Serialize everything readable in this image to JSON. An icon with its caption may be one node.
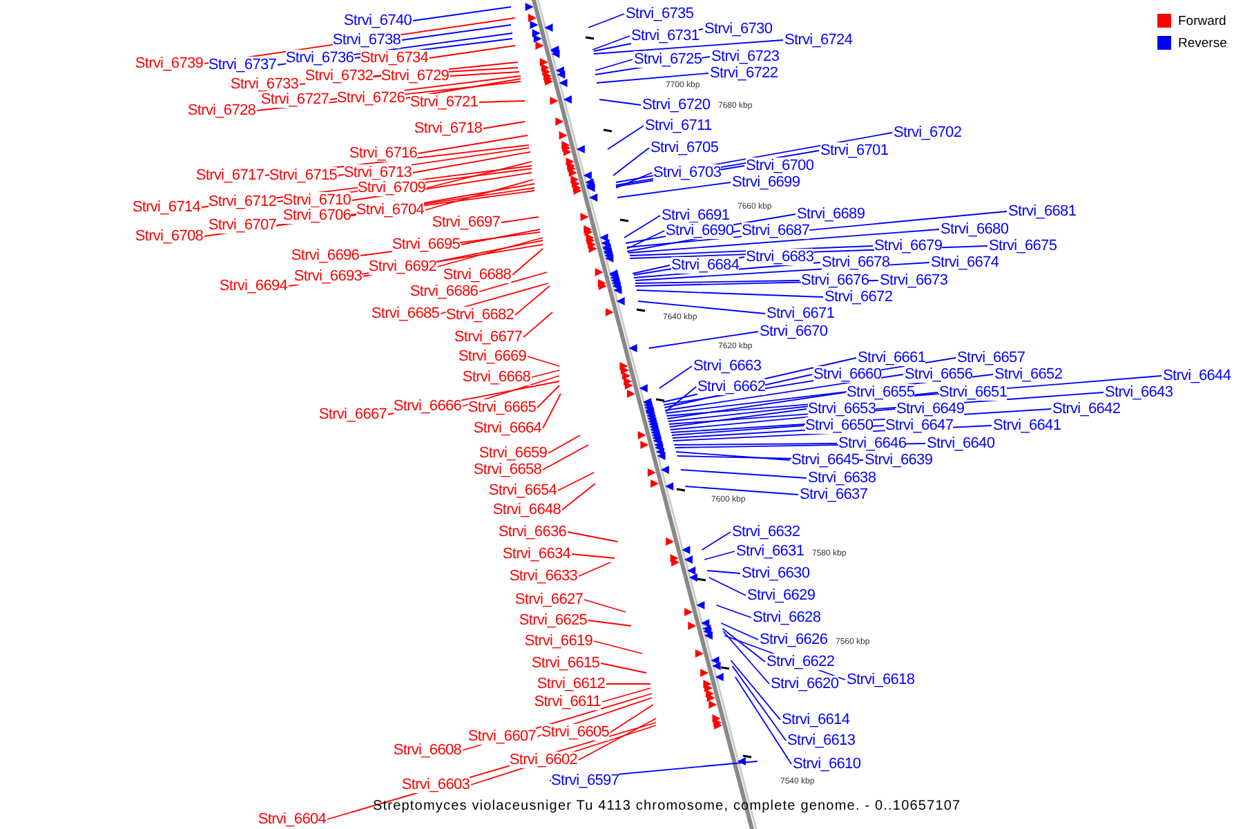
{
  "diagram": {
    "caption": "Streptomyces violaceusniger Tu 4113 chromosome, complete genome. - 0..10657107",
    "nodes": [
      {
        "text": [
          "Strvi_6740"
        ]
      },
      {
        "text": [
          "Strvi_6735"
        ]
      },
      {
        "text": [
          "Strvi_6738"
        ]
      },
      {
        "text": [
          "Strvi_6731"
        ]
      },
      {
        "text": [
          "Strvi_6730"
        ]
      },
      {
        "text": [
          "Strvi_6724"
        ]
      },
      {
        "text": [
          "Strvi_6737"
        ]
      },
      {
        "text": [
          "Strvi_6736"
        ]
      },
      {
        "text": [
          "Strvi_6734"
        ]
      },
      {
        "text": [
          "Strvi_6739"
        ]
      },
      {
        "text": [
          "Strvi_6725"
        ]
      },
      {
        "text": [
          "Strvi_6723"
        ]
      },
      {
        "text": [
          "Strvi_6722"
        ]
      },
      {
        "text": [
          "Strvi_6733"
        ]
      },
      {
        "text": [
          "Strvi_6732"
        ]
      },
      {
        "text": [
          "Strvi_6729"
        ]
      },
      {
        "text": [
          "Strvi_6727"
        ]
      },
      {
        "text": [
          "Strvi_6726"
        ]
      },
      {
        "text": [
          "Strvi_6728"
        ]
      },
      {
        "text": [
          "Strvi_6721"
        ]
      },
      {
        "text": [
          "Strvi_6720"
        ]
      },
      {
        "text": [
          "Strvi_6718"
        ]
      },
      {
        "text": [
          "Strvi_6711"
        ]
      },
      {
        "text": [
          "Strvi_6702"
        ]
      },
      {
        "text": [
          "Strvi_6705"
        ]
      },
      {
        "text": [
          "Strvi_6701"
        ]
      },
      {
        "text": [
          "Strvi_6716"
        ]
      },
      {
        "text": [
          "Strvi_6700"
        ]
      },
      {
        "text": [
          "Strvi_6717"
        ]
      },
      {
        "text": [
          "Strvi_6715"
        ]
      },
      {
        "text": [
          "Strvi_6713"
        ]
      },
      {
        "text": [
          "Strvi_6703"
        ]
      },
      {
        "text": [
          "Strvi_6699"
        ]
      },
      {
        "text": [
          "Strvi_6709"
        ]
      },
      {
        "text": [
          "Strvi_6714"
        ]
      },
      {
        "text": [
          "Strvi_6712"
        ]
      },
      {
        "text": [
          "Strvi_6710"
        ]
      },
      {
        "text": [
          "Strvi_6704"
        ]
      },
      {
        "text": [
          "Strvi_6706"
        ]
      },
      {
        "text": [
          "Strvi_6708"
        ]
      },
      {
        "text": [
          "Strvi_6707"
        ]
      },
      {
        "text": [
          "Strvi_6697"
        ]
      },
      {
        "text": [
          "Strvi_6691"
        ]
      },
      {
        "text": [
          "Strvi_6689"
        ]
      },
      {
        "text": [
          "Strvi_6681"
        ]
      },
      {
        "text": [
          "Strvi_6690"
        ]
      },
      {
        "text": [
          "Strvi_6687"
        ]
      },
      {
        "text": [
          "Strvi_6680"
        ]
      },
      {
        "text": [
          "Strvi_6679"
        ]
      },
      {
        "text": [
          "Strvi_6675"
        ]
      },
      {
        "text": [
          "Strvi_6695"
        ]
      },
      {
        "text": [
          "Strvi_6696"
        ]
      },
      {
        "text": [
          "Strvi_6683"
        ]
      },
      {
        "text": [
          "Strvi_6678"
        ]
      },
      {
        "text": [
          "Strvi_6674"
        ]
      },
      {
        "text": [
          "Strvi_6684"
        ]
      },
      {
        "text": [
          "Strvi_6692"
        ]
      },
      {
        "text": [
          "Strvi_6688"
        ]
      },
      {
        "text": [
          "Strvi_6693"
        ]
      },
      {
        "text": [
          "Strvi_6676"
        ]
      },
      {
        "text": [
          "Strvi_6673"
        ]
      },
      {
        "text": [
          "Strvi_6694"
        ]
      },
      {
        "text": [
          "Strvi_6686"
        ]
      },
      {
        "text": [
          "Strvi_6672"
        ]
      },
      {
        "text": [
          "Strvi_6685"
        ]
      },
      {
        "text": [
          "Strvi_6682"
        ]
      },
      {
        "text": [
          "Strvi_6671"
        ]
      },
      {
        "text": [
          "Strvi_6670"
        ]
      },
      {
        "text": [
          "Strvi_6677"
        ]
      },
      {
        "text": [
          "Strvi_6669"
        ]
      },
      {
        "text": [
          "Strvi_6661"
        ]
      },
      {
        "text": [
          "Strvi_6657"
        ]
      },
      {
        "text": [
          "Strvi_6663"
        ]
      },
      {
        "text": [
          "Strvi_6660"
        ]
      },
      {
        "text": [
          "Strvi_6656"
        ]
      },
      {
        "text": [
          "Strvi_6652"
        ]
      },
      {
        "text": [
          "Strvi_6644"
        ]
      },
      {
        "text": [
          "Strvi_6668"
        ]
      },
      {
        "text": [
          "Strvi_6662"
        ]
      },
      {
        "text": [
          "Strvi_6655"
        ]
      },
      {
        "text": [
          "Strvi_6651"
        ]
      },
      {
        "text": [
          "Strvi_6643"
        ]
      },
      {
        "text": [
          "Strvi_6666"
        ]
      },
      {
        "text": [
          "Strvi_6665"
        ]
      },
      {
        "text": [
          "Strvi_6653"
        ]
      },
      {
        "text": [
          "Strvi_6649"
        ]
      },
      {
        "text": [
          "Strvi_6642"
        ]
      },
      {
        "text": [
          "Strvi_6667"
        ]
      },
      {
        "text": [
          "Strvi_6650"
        ]
      },
      {
        "text": [
          "Strvi_6647"
        ]
      },
      {
        "text": [
          "Strvi_6641"
        ]
      },
      {
        "text": [
          "Strvi_6664"
        ]
      },
      {
        "text": [
          "Strvi_6646"
        ]
      },
      {
        "text": [
          "Strvi_6640"
        ]
      },
      {
        "text": [
          "Strvi_6659"
        ]
      },
      {
        "text": [
          "Strvi_6645"
        ]
      },
      {
        "text": [
          "Strvi_6639"
        ]
      },
      {
        "text": [
          "Strvi_6658"
        ]
      },
      {
        "text": [
          "Strvi_6638"
        ]
      },
      {
        "text": [
          "Strvi_6654"
        ]
      },
      {
        "text": [
          "Strvi_6637"
        ]
      },
      {
        "text": [
          "Strvi_6648"
        ]
      },
      {
        "text": [
          "Strvi_6636"
        ]
      },
      {
        "text": [
          "Strvi_6632"
        ]
      },
      {
        "text": [
          "Strvi_6634"
        ]
      },
      {
        "text": [
          "Strvi_6631"
        ]
      },
      {
        "text": [
          "Strvi_6633"
        ]
      },
      {
        "text": [
          "Strvi_6630"
        ]
      },
      {
        "text": [
          "Strvi_6629"
        ]
      },
      {
        "text": [
          "Strvi_6627"
        ]
      },
      {
        "text": [
          "Strvi_6628"
        ]
      },
      {
        "text": [
          "Strvi_6625"
        ]
      },
      {
        "text": [
          "Strvi_6626"
        ]
      },
      {
        "text": [
          "Strvi_6619"
        ]
      },
      {
        "text": [
          "Strvi_6622"
        ]
      },
      {
        "text": [
          "Strvi_6615"
        ]
      },
      {
        "text": [
          "Strvi_6618"
        ]
      },
      {
        "text": [
          "Strvi_6620"
        ]
      },
      {
        "text": [
          "Strvi_6612"
        ]
      },
      {
        "text": [
          "Strvi_6611"
        ]
      },
      {
        "text": [
          "Strvi_6614"
        ]
      },
      {
        "text": [
          "Strvi_6605"
        ]
      },
      {
        "text": [
          "Strvi_6607"
        ]
      },
      {
        "text": [
          "Strvi_6613"
        ]
      },
      {
        "text": [
          "Strvi_6608"
        ]
      },
      {
        "text": [
          "Strvi_6602"
        ]
      },
      {
        "text": [
          "Strvi_6610"
        ]
      },
      {
        "text": [
          "Strvi_6597"
        ]
      },
      {
        "text": [
          "Strvi_6603"
        ]
      },
      {
        "text": [
          "Strvi_6604"
        ]
      }
    ],
    "edges": [
      {
        "from": 0,
        "to": null,
        "arrow": "none",
        "color": "#0000ff"
      },
      {
        "from": 1,
        "to": null,
        "arrow": "none",
        "color": "#0000ff"
      },
      {
        "from": 2,
        "to": null,
        "arrow": "none",
        "color": "#0000ff"
      },
      {
        "from": 3,
        "to": null,
        "arrow": "none",
        "color": "#0000ff"
      },
      {
        "from": 4,
        "to": null,
        "arrow": "none",
        "color": "#0000ff"
      },
      {
        "from": 5,
        "to": null,
        "arrow": "none",
        "color": "#0000ff"
      },
      {
        "from": 6,
        "to": null,
        "arrow": "none",
        "color": "#0000ff"
      },
      {
        "from": 7,
        "to": null,
        "arrow": "none",
        "color": "#0000ff"
      },
      {
        "from": 8,
        "to": null,
        "arrow": "none",
        "color": "#ff0000"
      },
      {
        "from": 9,
        "to": null,
        "arrow": "none",
        "color": "#ff0000"
      },
      {
        "from": 10,
        "to": null,
        "arrow": "none",
        "color": "#0000ff"
      },
      {
        "from": 11,
        "to": null,
        "arrow": "none",
        "color": "#0000ff"
      },
      {
        "from": 12,
        "to": null,
        "arrow": "none",
        "color": "#0000ff"
      },
      {
        "from": 13,
        "to": null,
        "arrow": "none",
        "color": "#ff0000"
      },
      {
        "from": 14,
        "to": null,
        "arrow": "none",
        "color": "#ff0000"
      },
      {
        "from": 15,
        "to": null,
        "arrow": "none",
        "color": "#ff0000"
      },
      {
        "from": 16,
        "to": null,
        "arrow": "none",
        "color": "#ff0000"
      },
      {
        "from": 17,
        "to": null,
        "arrow": "none",
        "color": "#ff0000"
      },
      {
        "from": 18,
        "to": null,
        "arrow": "none",
        "color": "#ff0000"
      },
      {
        "from": 19,
        "to": null,
        "arrow": "none",
        "color": "#ff0000"
      },
      {
        "from": 20,
        "to": null,
        "arrow": "none",
        "color": "#0000ff"
      },
      {
        "from": 21,
        "to": null,
        "arrow": "none",
        "color": "#ff0000"
      },
      {
        "from": 22,
        "to": null,
        "arrow": "none",
        "color": "#0000ff"
      },
      {
        "from": 23,
        "to": null,
        "arrow": "none",
        "color": "#0000ff"
      },
      {
        "from": 24,
        "to": null,
        "arrow": "none",
        "color": "#0000ff"
      },
      {
        "from": 25,
        "to": null,
        "arrow": "none",
        "color": "#0000ff"
      },
      {
        "from": 26,
        "to": null,
        "arrow": "none",
        "color": "#ff0000"
      },
      {
        "from": 27,
        "to": null,
        "arrow": "none",
        "color": "#0000ff"
      },
      {
        "from": 28,
        "to": null,
        "arrow": "none",
        "color": "#ff0000"
      },
      {
        "from": 29,
        "to": null,
        "arrow": "none",
        "color": "#ff0000"
      },
      {
        "from": 30,
        "to": null,
        "arrow": "none",
        "color": "#ff0000"
      },
      {
        "from": 31,
        "to": null,
        "arrow": "none",
        "color": "#0000ff"
      },
      {
        "from": 32,
        "to": null,
        "arrow": "none",
        "color": "#0000ff"
      },
      {
        "from": 33,
        "to": null,
        "arrow": "none",
        "color": "#ff0000"
      },
      {
        "from": 34,
        "to": null,
        "arrow": "none",
        "color": "#ff0000"
      },
      {
        "from": 35,
        "to": null,
        "arrow": "none",
        "color": "#ff0000"
      },
      {
        "from": 36,
        "to": null,
        "arrow": "none",
        "color": "#ff0000"
      },
      {
        "from": 37,
        "to": null,
        "arrow": "none",
        "color": "#ff0000"
      },
      {
        "from": 38,
        "to": null,
        "arrow": "none",
        "color": "#ff0000"
      },
      {
        "from": 39,
        "to": null,
        "arrow": "none",
        "color": "#ff0000"
      },
      {
        "from": 40,
        "to": null,
        "arrow": "none",
        "color": "#ff0000"
      },
      {
        "from": 41,
        "to": null,
        "arrow": "none",
        "color": "#ff0000"
      },
      {
        "from": 42,
        "to": null,
        "arrow": "none",
        "color": "#0000ff"
      },
      {
        "from": 43,
        "to": null,
        "arrow": "none",
        "color": "#0000ff"
      },
      {
        "from": 44,
        "to": null,
        "arrow": "none",
        "color": "#0000ff"
      },
      {
        "from": 45,
        "to": null,
        "arrow": "none",
        "color": "#0000ff"
      },
      {
        "from": 46,
        "to": null,
        "arrow": "none",
        "color": "#0000ff"
      },
      {
        "from": 47,
        "to": null,
        "arrow": "none",
        "color": "#0000ff"
      },
      {
        "from": 48,
        "to": null,
        "arrow": "none",
        "color": "#0000ff"
      },
      {
        "from": 49,
        "to": null,
        "arrow": "none",
        "color": "#0000ff"
      },
      {
        "from": 50,
        "to": null,
        "arrow": "none",
        "color": "#ff0000"
      },
      {
        "from": 51,
        "to": null,
        "arrow": "none",
        "color": "#ff0000"
      },
      {
        "from": 52,
        "to": null,
        "arrow": "none",
        "color": "#0000ff"
      },
      {
        "from": 53,
        "to": null,
        "arrow": "none",
        "color": "#0000ff"
      },
      {
        "from": 54,
        "to": null,
        "arrow": "none",
        "color": "#0000ff"
      },
      {
        "from": 55,
        "to": null,
        "arrow": "none",
        "color": "#0000ff"
      },
      {
        "from": 56,
        "to": null,
        "arrow": "none",
        "color": "#ff0000"
      },
      {
        "from": 57,
        "to": null,
        "arrow": "none",
        "color": "#ff0000"
      },
      {
        "from": 58,
        "to": null,
        "arrow": "none",
        "color": "#ff0000"
      },
      {
        "from": 59,
        "to": null,
        "arrow": "none",
        "color": "#0000ff"
      },
      {
        "from": 60,
        "to": null,
        "arrow": "none",
        "color": "#0000ff"
      },
      {
        "from": 61,
        "to": null,
        "arrow": "none",
        "color": "#ff0000"
      },
      {
        "from": 62,
        "to": null,
        "arrow": "none",
        "color": "#ff0000"
      },
      {
        "from": 63,
        "to": null,
        "arrow": "none",
        "color": "#0000ff"
      },
      {
        "from": 64,
        "to": null,
        "arrow": "none",
        "color": "#ff0000"
      },
      {
        "from": 65,
        "to": null,
        "arrow": "none",
        "color": "#ff0000"
      },
      {
        "from": 66,
        "to": null,
        "arrow": "none",
        "color": "#0000ff"
      },
      {
        "from": 67,
        "to": null,
        "arrow": "none",
        "color": "#0000ff"
      },
      {
        "from": 68,
        "to": null,
        "arrow": "none",
        "color": "#ff0000"
      },
      {
        "from": 69,
        "to": null,
        "arrow": "none",
        "color": "#ff0000"
      },
      {
        "from": 70,
        "to": null,
        "arrow": "none",
        "color": "#0000ff"
      },
      {
        "from": 71,
        "to": null,
        "arrow": "none",
        "color": "#0000ff"
      },
      {
        "from": 72,
        "to": null,
        "arrow": "none",
        "color": "#0000ff"
      },
      {
        "from": 73,
        "to": null,
        "arrow": "none",
        "color": "#0000ff"
      },
      {
        "from": 74,
        "to": null,
        "arrow": "none",
        "color": "#0000ff"
      },
      {
        "from": 75,
        "to": null,
        "arrow": "none",
        "color": "#0000ff"
      },
      {
        "from": 76,
        "to": null,
        "arrow": "none",
        "color": "#0000ff"
      },
      {
        "from": 77,
        "to": null,
        "arrow": "none",
        "color": "#ff0000"
      },
      {
        "from": 78,
        "to": null,
        "arrow": "none",
        "color": "#0000ff"
      },
      {
        "from": 79,
        "to": null,
        "arrow": "none",
        "color": "#0000ff"
      },
      {
        "from": 80,
        "to": null,
        "arrow": "none",
        "color": "#0000ff"
      },
      {
        "from": 81,
        "to": null,
        "arrow": "none",
        "color": "#0000ff"
      },
      {
        "from": 82,
        "to": null,
        "arrow": "none",
        "color": "#ff0000"
      },
      {
        "from": 83,
        "to": null,
        "arrow": "none",
        "color": "#ff0000"
      },
      {
        "from": 84,
        "to": null,
        "arrow": "none",
        "color": "#0000ff"
      },
      {
        "from": 85,
        "to": null,
        "arrow": "none",
        "color": "#0000ff"
      },
      {
        "from": 86,
        "to": null,
        "arrow": "none",
        "color": "#0000ff"
      },
      {
        "from": 87,
        "to": null,
        "arrow": "none",
        "color": "#ff0000"
      },
      {
        "from": 88,
        "to": null,
        "arrow": "none",
        "color": "#0000ff"
      },
      {
        "from": 89,
        "to": null,
        "arrow": "none",
        "color": "#0000ff"
      },
      {
        "from": 90,
        "to": null,
        "arrow": "none",
        "color": "#0000ff"
      },
      {
        "from": 91,
        "to": null,
        "arrow": "none",
        "color": "#ff0000"
      },
      {
        "from": 92,
        "to": null,
        "arrow": "none",
        "color": "#0000ff"
      },
      {
        "from": 93,
        "to": null,
        "arrow": "none",
        "color": "#0000ff"
      },
      {
        "from": 94,
        "to": null,
        "arrow": "none",
        "color": "#ff0000"
      },
      {
        "from": 95,
        "to": null,
        "arrow": "none",
        "color": "#0000ff"
      },
      {
        "from": 96,
        "to": null,
        "arrow": "none",
        "color": "#0000ff"
      },
      {
        "from": 97,
        "to": null,
        "arrow": "none",
        "color": "#ff0000"
      },
      {
        "from": 98,
        "to": null,
        "arrow": "none",
        "color": "#0000ff"
      },
      {
        "from": 99,
        "to": null,
        "arrow": "none",
        "color": "#ff0000"
      },
      {
        "from": 100,
        "to": null,
        "arrow": "none",
        "color": "#0000ff"
      },
      {
        "from": 101,
        "to": null,
        "arrow": "none",
        "color": "#ff0000"
      },
      {
        "from": 102,
        "to": null,
        "arrow": "none",
        "color": "#ff0000"
      },
      {
        "from": 103,
        "to": null,
        "arrow": "none",
        "color": "#0000ff"
      },
      {
        "from": 104,
        "to": null,
        "arrow": "none",
        "color": "#ff0000"
      },
      {
        "from": 105,
        "to": null,
        "arrow": "none",
        "color": "#0000ff"
      },
      {
        "from": 106,
        "to": null,
        "arrow": "none",
        "color": "#ff0000"
      },
      {
        "from": 107,
        "to": null,
        "arrow": "none",
        "color": "#0000ff"
      },
      {
        "from": 108,
        "to": null,
        "arrow": "none",
        "color": "#0000ff"
      },
      {
        "from": 109,
        "to": null,
        "arrow": "none",
        "color": "#ff0000"
      },
      {
        "from": 110,
        "to": null,
        "arrow": "none",
        "color": "#0000ff"
      },
      {
        "from": 111,
        "to": null,
        "arrow": "none",
        "color": "#ff0000"
      },
      {
        "from": 112,
        "to": null,
        "arrow": "none",
        "color": "#0000ff"
      },
      {
        "from": 113,
        "to": null,
        "arrow": "none",
        "color": "#ff0000"
      },
      {
        "from": 114,
        "to": null,
        "arrow": "none",
        "color": "#0000ff"
      },
      {
        "from": 115,
        "to": null,
        "arrow": "none",
        "color": "#ff0000"
      },
      {
        "from": 116,
        "to": null,
        "arrow": "none",
        "color": "#0000ff"
      },
      {
        "from": 117,
        "to": null,
        "arrow": "none",
        "color": "#0000ff"
      },
      {
        "from": 118,
        "to": null,
        "arrow": "none",
        "color": "#ff0000"
      },
      {
        "from": 119,
        "to": null,
        "arrow": "none",
        "color": "#ff0000"
      },
      {
        "from": 120,
        "to": null,
        "arrow": "none",
        "color": "#0000ff"
      },
      {
        "from": 121,
        "to": null,
        "arrow": "none",
        "color": "#ff0000"
      },
      {
        "from": 122,
        "to": null,
        "arrow": "none",
        "color": "#ff0000"
      },
      {
        "from": 123,
        "to": null,
        "arrow": "none",
        "color": "#0000ff"
      },
      {
        "from": 124,
        "to": null,
        "arrow": "none",
        "color": "#ff0000"
      },
      {
        "from": 125,
        "to": null,
        "arrow": "none",
        "color": "#ff0000"
      },
      {
        "from": 126,
        "to": null,
        "arrow": "none",
        "color": "#0000ff"
      },
      {
        "from": 127,
        "to": null,
        "arrow": "none",
        "color": "#0000ff"
      },
      {
        "from": 128,
        "to": null,
        "arrow": "none",
        "color": "#ff0000"
      },
      {
        "from": 129,
        "to": null,
        "arrow": "none",
        "color": "#ff0000"
      }
    ],
    "labels": [
      "7700 kbp",
      "7680 kbp",
      "7660 kbp",
      "7640 kbp",
      "7620 kbp",
      "7600 kbp",
      "7580 kbp",
      "7560 kbp",
      "7540 kbp"
    ],
    "legend": [
      {
        "text": "Forward",
        "color": "#ff0000"
      },
      {
        "text": "Reverse",
        "color": "#0000ff"
      }
    ]
  }
}
